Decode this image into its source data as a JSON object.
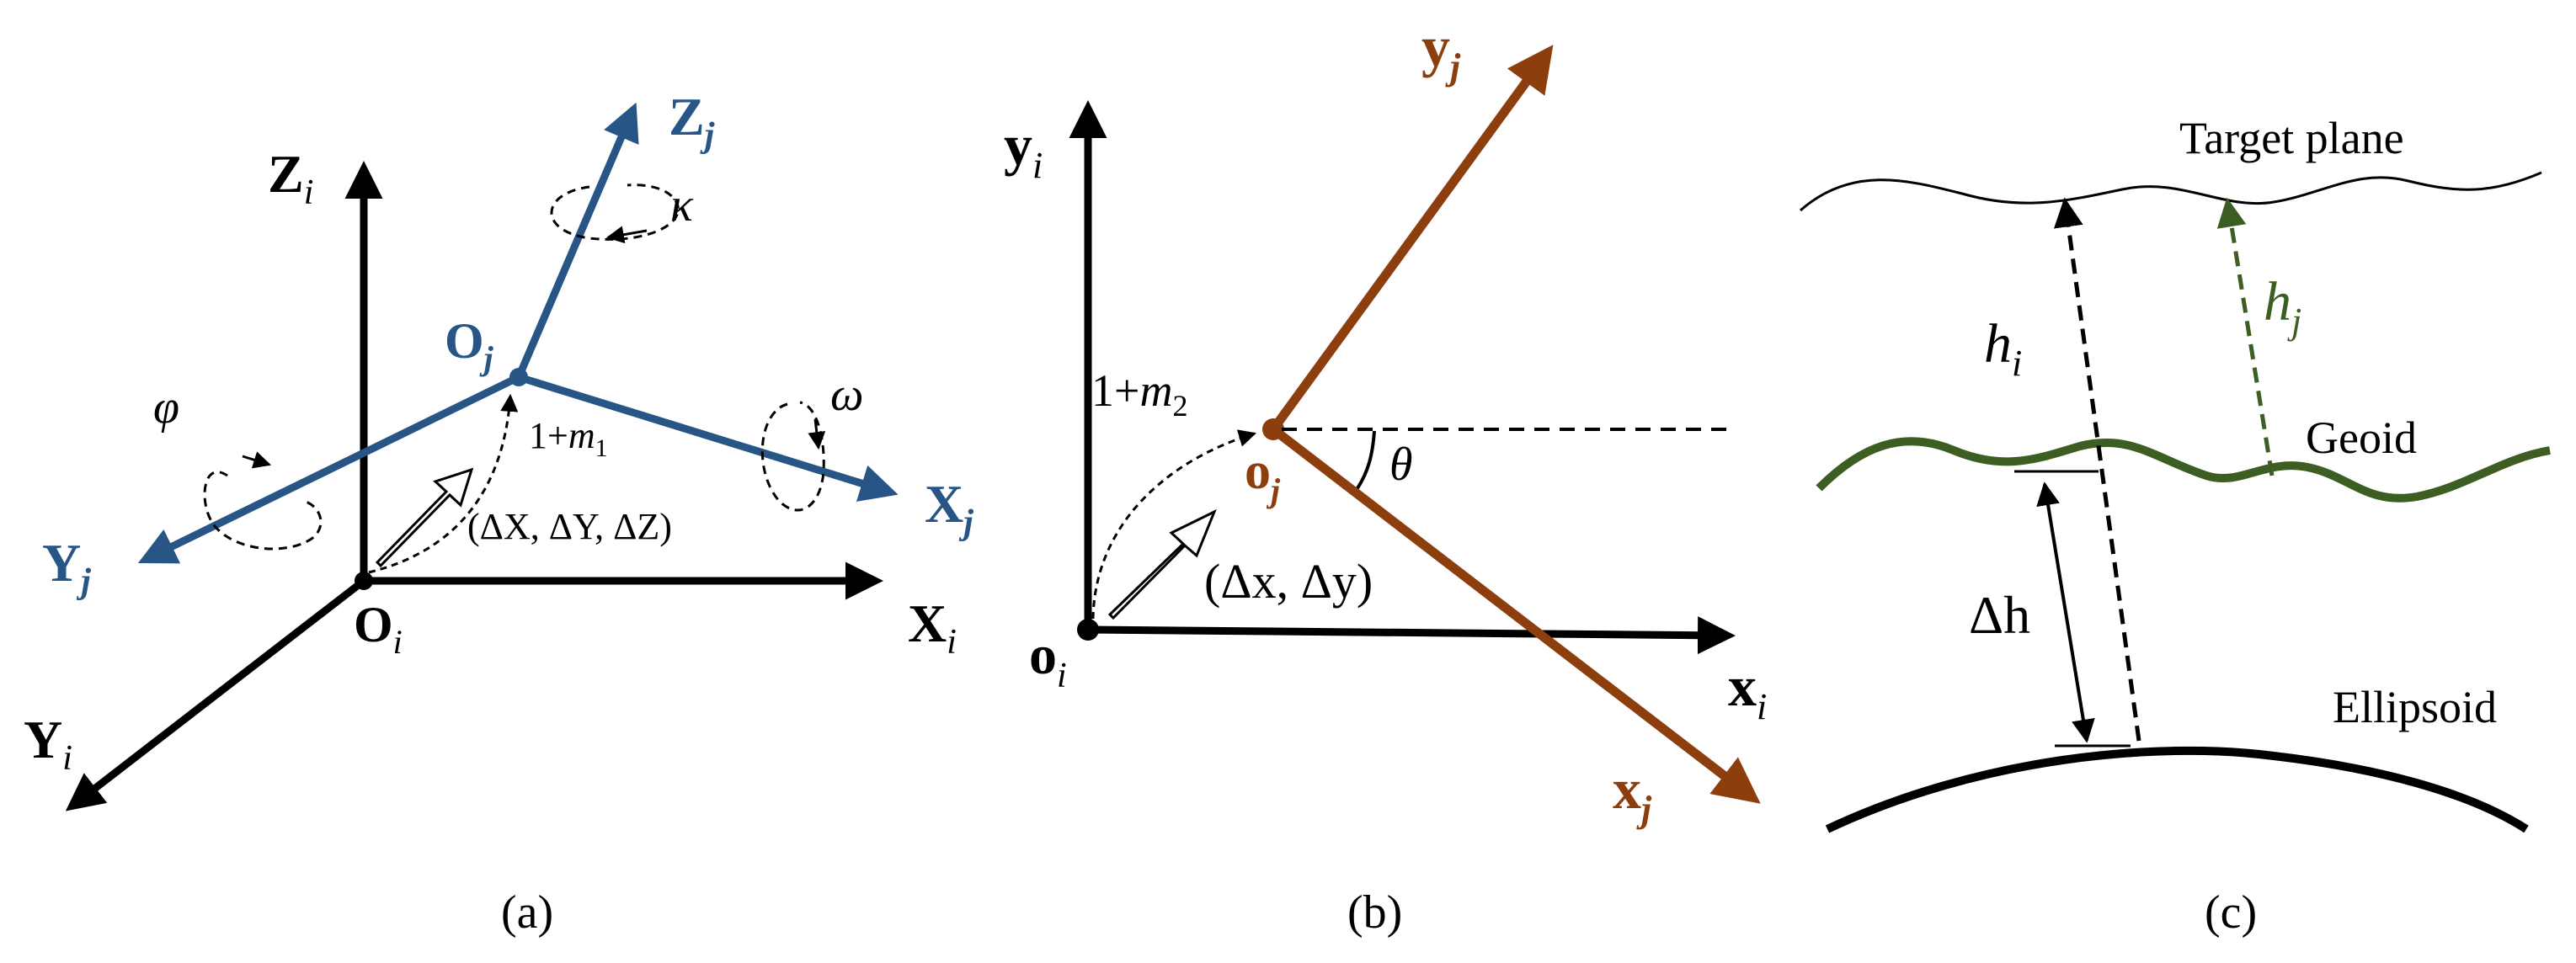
{
  "colors": {
    "black": "#000000",
    "blue": "#275585",
    "brown": "#8c3e0d",
    "green": "#3c5e22",
    "white": "#ffffff"
  },
  "panel_a": {
    "caption": "(a)",
    "Zi": {
      "main": "Z",
      "sub": "i"
    },
    "Xi": {
      "main": "X",
      "sub": "i"
    },
    "Yi": {
      "main": "Y",
      "sub": "i"
    },
    "Oi": {
      "main": "O",
      "sub": "i"
    },
    "Zj": {
      "main": "Z",
      "sub": "j"
    },
    "Xj": {
      "main": "X",
      "sub": "j"
    },
    "Yj": {
      "main": "Y",
      "sub": "j"
    },
    "Oj": {
      "main": "O",
      "sub": "j"
    },
    "kappa": "κ",
    "omega": "ω",
    "phi": "φ",
    "scale": {
      "prefix": "1+",
      "var": "m",
      "sub": "1"
    },
    "translation": "(ΔX, ΔY, ΔZ)"
  },
  "panel_b": {
    "caption": "(b)",
    "yi": {
      "main": "y",
      "sub": "i"
    },
    "xi": {
      "main": "x",
      "sub": "i"
    },
    "oi": {
      "main": "o",
      "sub": "i"
    },
    "yj": {
      "main": "y",
      "sub": "j"
    },
    "xj": {
      "main": "x",
      "sub": "j"
    },
    "oj": {
      "main": "o",
      "sub": "j"
    },
    "theta": "θ",
    "scale": {
      "prefix": "1+",
      "var": "m",
      "sub": "2"
    },
    "translation": "(Δx, Δy)"
  },
  "panel_c": {
    "caption": "(c)",
    "target_plane": "Target plane",
    "geoid": "Geoid",
    "ellipsoid": "Ellipsoid",
    "hi": {
      "main": "h",
      "sub": "i"
    },
    "hj": {
      "main": "h",
      "sub": "j"
    },
    "dh": "Δh"
  }
}
